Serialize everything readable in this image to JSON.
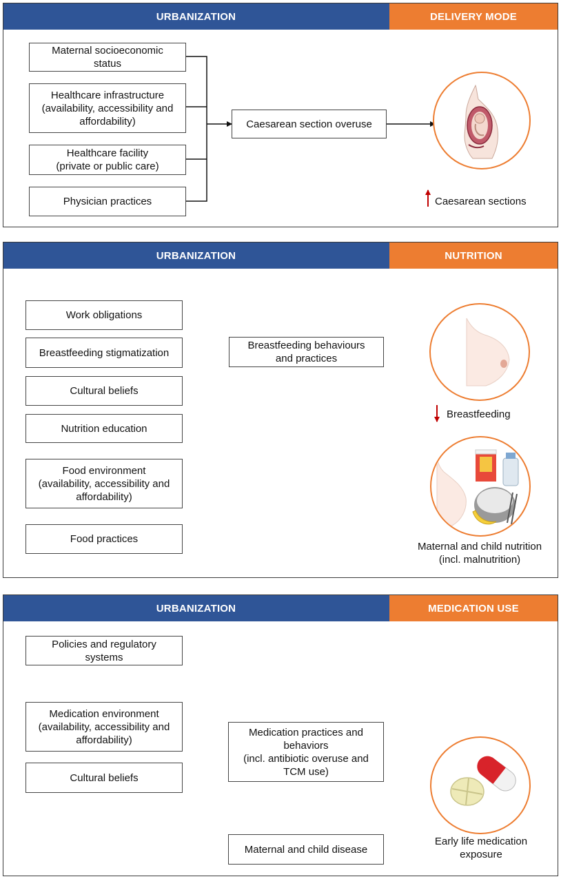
{
  "panels": [
    {
      "header_left": "URBANIZATION",
      "header_right": "DELIVERY MODE",
      "factors": [
        "Maternal socioeconomic\nstatus",
        "Healthcare infrastructure\n(availability, accessibility and\naffordability)",
        "Healthcare facility\n(private or public care)",
        "Physician practices"
      ],
      "mediator": "Caesarean section overuse",
      "outcome_icon": "pregnancy-cross-section-icon",
      "outcome_label": "Caesarean sections",
      "outcome_trend": "up"
    },
    {
      "header_left": "URBANIZATION",
      "header_right": "NUTRITION",
      "factors": [
        "Work obligations",
        "Breastfeeding stigmatization",
        "Cultural beliefs",
        "Nutrition education",
        "Food environment\n(availability, accessibility and\naffordability)",
        "Food practices"
      ],
      "mediator": "Breastfeeding behaviours\nand practices",
      "outcome1_icon": "breast-icon",
      "outcome1_label": "Breastfeeding",
      "outcome1_trend": "down",
      "outcome2_icon": "food-and-nutrition-icon",
      "outcome2_label": "Maternal and child nutrition\n(incl. malnutrition)"
    },
    {
      "header_left": "URBANIZATION",
      "header_right": "MEDICATION USE",
      "factors": [
        "Policies and regulatory\nsystems",
        "Medication environment\n(availability, accessibility and\naffordability)",
        "Cultural beliefs"
      ],
      "mediator": "Medication practices and\nbehaviors\n(incl. antibiotic overuse and\nTCM use)",
      "other_factor": "Maternal and child disease",
      "outcome_icon": "pills-icon",
      "outcome_label": "Early life medication\nexposure"
    }
  ],
  "colors": {
    "header_blue": "#2f5597",
    "header_orange": "#ed7d31",
    "trend_arrow": "#c00000"
  }
}
